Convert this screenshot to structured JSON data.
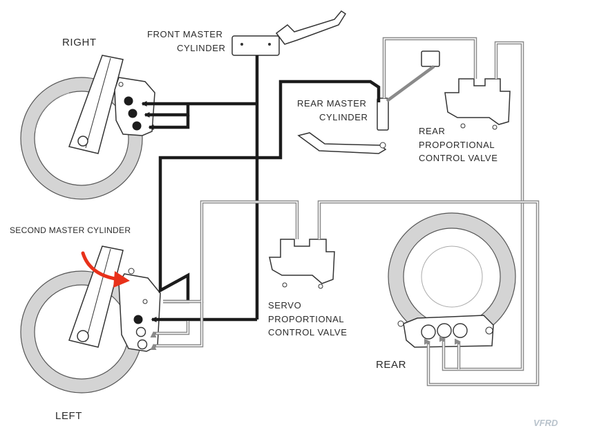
{
  "labels": {
    "right": "RIGHT",
    "left": "LEFT",
    "rear": "REAR",
    "front_master_1": "FRONT MASTER",
    "front_master_2": "CYLINDER",
    "rear_master_1": "REAR MASTER",
    "rear_master_2": "CYLINDER",
    "rear_valve_1": "REAR",
    "rear_valve_2": "PROPORTIONAL",
    "rear_valve_3": "CONTROL VALVE",
    "servo_valve_1": "SERVO",
    "servo_valve_2": "PROPORTIONAL",
    "servo_valve_3": "CONTROL VALVE",
    "second_master": "SECOND MASTER CYLINDER",
    "watermark": "VFRD"
  },
  "colors": {
    "front_circuit": "#1c1c1c",
    "rear_circuit": "#8a8a8a",
    "callout_arrow": "#e8311a",
    "tire": "#d4d4d4"
  }
}
